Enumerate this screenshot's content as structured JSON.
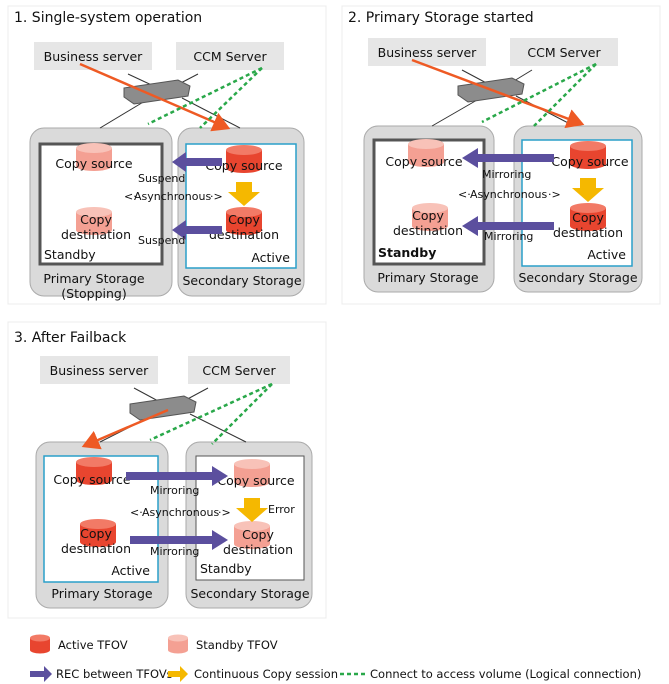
{
  "panels": [
    {
      "title": "1. Single-system operation",
      "business_server": "Business server",
      "ccm_server": "CCM Server",
      "left_storage": {
        "name": "Primary Storage",
        "name2": "(Stopping)",
        "state": "Standby",
        "src": "Copy source",
        "dst1": "Copy",
        "dst2": "destination"
      },
      "right_storage": {
        "name": "Secondary Storage",
        "state": "Active",
        "src": "Copy source",
        "dst1": "Copy",
        "dst2": "destination"
      },
      "rec_label_top": "Suspend",
      "rec_label_bottom": "Suspend",
      "async_label": "Asynchronous"
    },
    {
      "title": "2. Primary Storage started",
      "business_server": "Business server",
      "ccm_server": "CCM Server",
      "left_storage": {
        "name": "Primary  Storage",
        "state": "Standby",
        "src": "Copy source",
        "dst1": "Copy",
        "dst2": "destination"
      },
      "right_storage": {
        "name": "Secondary Storage",
        "state": "Active",
        "src": "Copy source",
        "dst1": "Copy",
        "dst2": "destination"
      },
      "rec_label_top": "Mirroring",
      "rec_label_bottom": "Mirroring",
      "async_label": "Asynchronous"
    },
    {
      "title": "3. After Failback",
      "business_server": "Business server",
      "ccm_server": "CCM Server",
      "left_storage": {
        "name": "Primary Storage",
        "state": "Active",
        "src": "Copy source",
        "dst1": "Copy",
        "dst2": "destination"
      },
      "right_storage": {
        "name": "Secondary Storage",
        "state": "Standby",
        "src": "Copy source",
        "dst1": "Copy",
        "dst2": "destination"
      },
      "rec_label_top": "Mirroring",
      "rec_label_bottom": "Mirroring",
      "async_label": "Asynchronous",
      "error_label": "Error"
    }
  ],
  "legend": {
    "active_tfov": "Active TFOV",
    "standby_tfov": "Standby TFOV",
    "rec": "REC between TFOVs",
    "continuous_copy": "Continuous Copy session",
    "connect": "Connect to access volume (Logical connection)"
  },
  "colors": {
    "active_cylinder": "#e8452f",
    "standby_cylinder": "#f4a093",
    "rec_arrow": "#5b4f9e",
    "copy_arrow": "#f5b800",
    "access_line": "#ee5a24",
    "logical_connection": "#2aa84a",
    "active_frame": "#2a9fc9",
    "standby_frame": "#555555",
    "storage_box": "#dadada",
    "server_box": "#e6e6e6"
  }
}
